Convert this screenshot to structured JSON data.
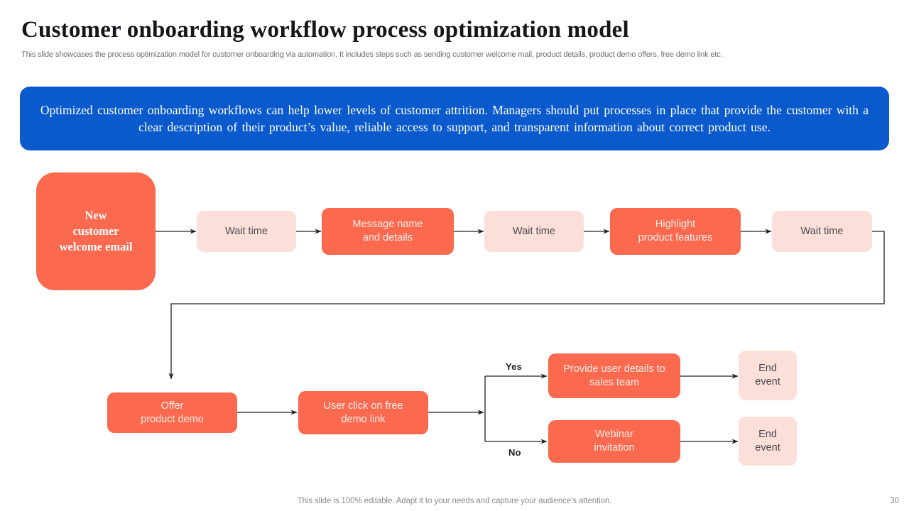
{
  "slide": {
    "title": "Customer onboarding workflow process optimization model",
    "subtitle": "This slide showcases the process optimization model for customer onboarding via automation. It includes steps such as sending customer welcome mail, product details, product demo offers, free demo link etc.",
    "page_number": "30",
    "footer_note": "This slide is 100% editable. Adapt it to your needs and capture your audience's attention."
  },
  "banner": {
    "text": "Optimized customer onboarding workflows can help lower levels of customer attrition. Managers should put processes in place that provide the customer with a clear description of their product’s value, reliable access to support, and transparent information about correct product use.",
    "background_color": "#0A5ACD",
    "text_color": "#FFFFFF"
  },
  "colors": {
    "accent_orange": "#FB6A4F",
    "accent_pink": "#FCDFD9",
    "connector": "#1F2024",
    "title": "#15161A",
    "muted_text": "#6E6E73"
  },
  "flow": {
    "nodes": [
      {
        "id": "start",
        "label": "New\ncustomer\nwelcome email",
        "style": "start"
      },
      {
        "id": "wait-1",
        "label": "Wait time",
        "style": "light"
      },
      {
        "id": "message-details",
        "label": "Message name\nand details",
        "style": "solid"
      },
      {
        "id": "wait-2",
        "label": "Wait time",
        "style": "light"
      },
      {
        "id": "highlight",
        "label": "Highlight\nproduct features",
        "style": "solid"
      },
      {
        "id": "wait-3",
        "label": "Wait time",
        "style": "light"
      },
      {
        "id": "offer-demo",
        "label": "Offer\nproduct demo",
        "style": "solid"
      },
      {
        "id": "user-click",
        "label": "User click on free\ndemo link",
        "style": "solid"
      },
      {
        "id": "provide-details",
        "label": "Provide user details to\nsales team",
        "style": "solid"
      },
      {
        "id": "webinar",
        "label": "Webinar\ninvitation",
        "style": "solid"
      },
      {
        "id": "end-event-yes",
        "label": "End\nevent",
        "style": "light"
      },
      {
        "id": "end-event-no",
        "label": "End\nevent",
        "style": "light"
      }
    ],
    "branch_labels": {
      "yes": "Yes",
      "no": "No"
    }
  }
}
